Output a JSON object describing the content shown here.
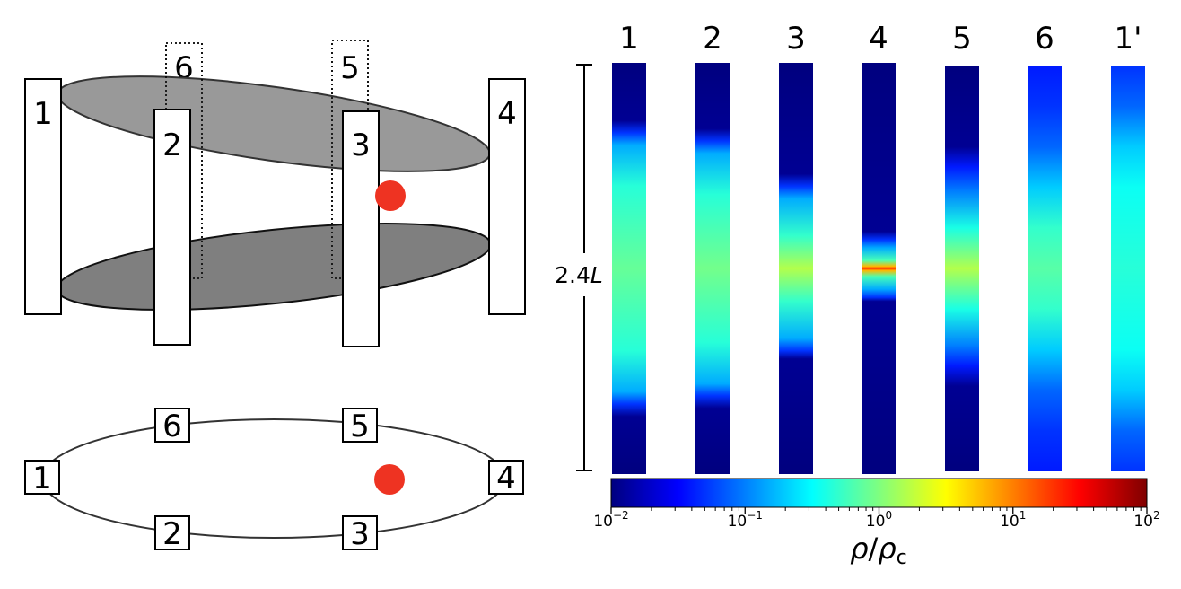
{
  "diagram": {
    "perspective_labels": [
      "1",
      "2",
      "3",
      "4",
      "5",
      "6"
    ],
    "top_view_labels": [
      "1",
      "2",
      "3",
      "4",
      "5",
      "6"
    ]
  },
  "density_panel": {
    "column_labels": [
      "1",
      "2",
      "3",
      "4",
      "5",
      "6",
      "1'"
    ],
    "scale_label_prefix": "2.4",
    "scale_label_var": "L",
    "colorbar": {
      "ticks": [
        {
          "base": "10",
          "exp": "−2"
        },
        {
          "base": "10",
          "exp": "−1"
        },
        {
          "base": "10",
          "exp": "0"
        },
        {
          "base": "10",
          "exp": "1"
        },
        {
          "base": "10",
          "exp": "2"
        }
      ],
      "label_rho": "ρ",
      "label_slash": "/",
      "label_rho_c": "ρ",
      "label_sub": "c"
    }
  },
  "colors": {
    "point_source": "#ee3322",
    "upper_disk": "#999999",
    "lower_disk": "#7f7f7f",
    "jet_colormap": [
      "#00007f",
      "#0000ff",
      "#007fff",
      "#00ffff",
      "#7fff7f",
      "#ffff00",
      "#ff7f00",
      "#ff0000",
      "#7f0000"
    ]
  },
  "chart_data": {
    "type": "heatmap",
    "colormap": "jet",
    "color_scale": "log",
    "clim": [
      0.01,
      100
    ],
    "columns": [
      "1",
      "2",
      "3",
      "4",
      "5",
      "6",
      "1'"
    ],
    "profiles": [
      {
        "column": "1",
        "stops": [
          [
            0.0,
            0.01
          ],
          [
            0.14,
            0.012
          ],
          [
            0.17,
            0.05
          ],
          [
            0.2,
            0.15
          ],
          [
            0.3,
            0.45
          ],
          [
            0.5,
            0.8
          ],
          [
            0.7,
            0.45
          ],
          [
            0.8,
            0.15
          ],
          [
            0.83,
            0.05
          ],
          [
            0.86,
            0.012
          ],
          [
            1.0,
            0.01
          ]
        ]
      },
      {
        "column": "2",
        "stops": [
          [
            0.0,
            0.01
          ],
          [
            0.16,
            0.012
          ],
          [
            0.19,
            0.05
          ],
          [
            0.22,
            0.15
          ],
          [
            0.32,
            0.45
          ],
          [
            0.5,
            0.9
          ],
          [
            0.68,
            0.45
          ],
          [
            0.78,
            0.15
          ],
          [
            0.81,
            0.05
          ],
          [
            0.84,
            0.012
          ],
          [
            1.0,
            0.01
          ]
        ]
      },
      {
        "column": "3",
        "stops": [
          [
            0.0,
            0.01
          ],
          [
            0.27,
            0.012
          ],
          [
            0.3,
            0.05
          ],
          [
            0.33,
            0.15
          ],
          [
            0.42,
            0.5
          ],
          [
            0.5,
            1.6
          ],
          [
            0.58,
            0.5
          ],
          [
            0.67,
            0.15
          ],
          [
            0.7,
            0.05
          ],
          [
            0.72,
            0.012
          ],
          [
            1.0,
            0.01
          ]
        ]
      },
      {
        "column": "4",
        "stops": [
          [
            0.0,
            0.01
          ],
          [
            0.41,
            0.012
          ],
          [
            0.43,
            0.05
          ],
          [
            0.45,
            0.15
          ],
          [
            0.48,
            0.6
          ],
          [
            0.495,
            6
          ],
          [
            0.5,
            20
          ],
          [
            0.505,
            6
          ],
          [
            0.52,
            0.6
          ],
          [
            0.55,
            0.15
          ],
          [
            0.57,
            0.05
          ],
          [
            0.58,
            0.012
          ],
          [
            1.0,
            0.01
          ]
        ]
      },
      {
        "column": "5",
        "stops": [
          [
            0.0,
            0.01
          ],
          [
            0.2,
            0.012
          ],
          [
            0.25,
            0.04
          ],
          [
            0.31,
            0.1
          ],
          [
            0.4,
            0.4
          ],
          [
            0.5,
            1.6
          ],
          [
            0.6,
            0.4
          ],
          [
            0.69,
            0.1
          ],
          [
            0.74,
            0.04
          ],
          [
            0.79,
            0.012
          ],
          [
            1.0,
            0.01
          ]
        ]
      },
      {
        "column": "6",
        "stops": [
          [
            0.0,
            0.04
          ],
          [
            0.1,
            0.05
          ],
          [
            0.2,
            0.08
          ],
          [
            0.3,
            0.2
          ],
          [
            0.4,
            0.5
          ],
          [
            0.5,
            0.7
          ],
          [
            0.6,
            0.5
          ],
          [
            0.7,
            0.2
          ],
          [
            0.8,
            0.08
          ],
          [
            0.9,
            0.05
          ],
          [
            1.0,
            0.04
          ]
        ]
      },
      {
        "column": "1'",
        "stops": [
          [
            0.0,
            0.05
          ],
          [
            0.1,
            0.08
          ],
          [
            0.2,
            0.2
          ],
          [
            0.3,
            0.35
          ],
          [
            0.5,
            0.45
          ],
          [
            0.7,
            0.35
          ],
          [
            0.8,
            0.2
          ],
          [
            0.9,
            0.08
          ],
          [
            1.0,
            0.05
          ]
        ]
      }
    ]
  }
}
